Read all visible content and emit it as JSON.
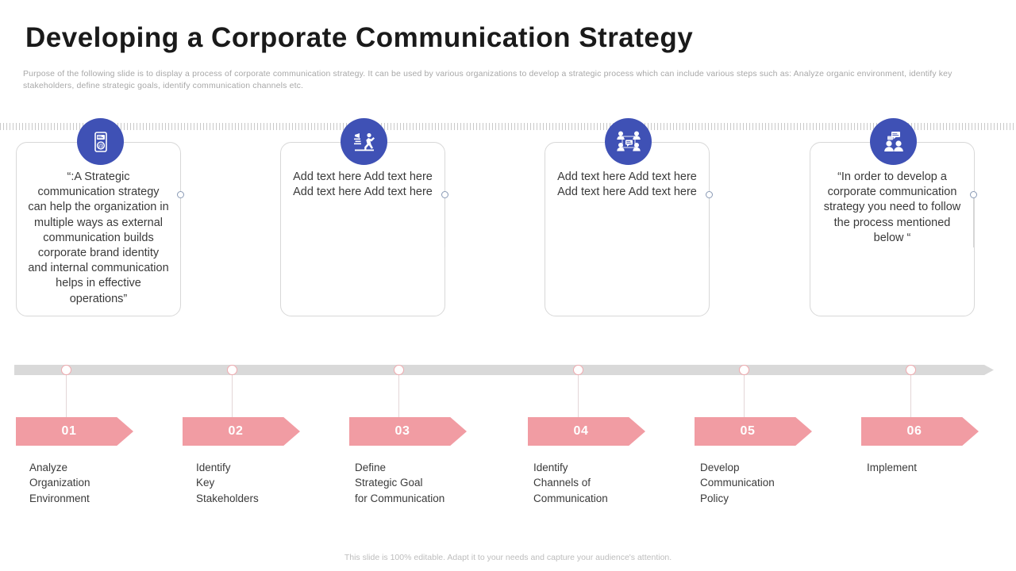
{
  "header": {
    "title": "Developing a Corporate Communication  Strategy",
    "subtitle": "Purpose of the following  slide is to display a process of corporate communication  strategy. It can be used by various organizations  to develop a strategic  process which can include various steps such as: Analyze organic environment, identify key stakeholders,  define strategic goals, identify communication  channels etc."
  },
  "theme": {
    "accent_blue": "#3f51b5",
    "accent_pink": "#f19ca3",
    "bar_gray": "#d9d9d9",
    "card_border": "#d8d8d8",
    "text_dark": "#3a3a3a",
    "text_muted": "#a8a8a8"
  },
  "cards": [
    {
      "icon": "mobile-message-icon",
      "text": "“:A Strategic\ncommunication strategy\ncan help the organization\nin multiple ways as\nexternal communication\nbuilds corporate brand\nidentity and internal\ncommunication  helps in\neffective operations”"
    },
    {
      "icon": "running-person-megaphone-icon",
      "text": "Add text here\nAdd text here\nAdd text here\nAdd text here"
    },
    {
      "icon": "team-network-icon",
      "text": "Add text here\nAdd text here\nAdd text here\nAdd text here"
    },
    {
      "icon": "two-people-chat-icon",
      "text": "“In  order to develop\na corporate\ncommunication\nstrategy you need\nto follow the\nprocess mentioned\nbelow “"
    }
  ],
  "steps": [
    {
      "number": "01",
      "label": "Analyze\nOrganization\nEnvironment"
    },
    {
      "number": "02",
      "label": "Identify\nKey\nStakeholders"
    },
    {
      "number": "03",
      "label": "Define\nStrategic Goal\nfor Communication"
    },
    {
      "number": "04",
      "label": "Identify\nChannels  of\nCommunication"
    },
    {
      "number": "05",
      "label": "Develop\nCommunication\nPolicy"
    },
    {
      "number": "06",
      "label": "Implement"
    }
  ],
  "footer": {
    "note": "This slide is 100% editable. Adapt it to your needs and capture your audience's attention."
  }
}
